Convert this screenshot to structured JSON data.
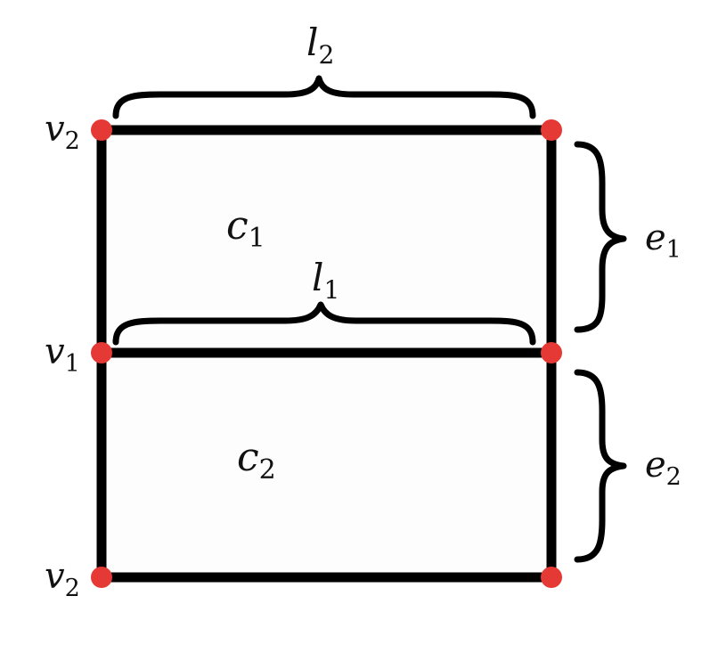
{
  "diagram": {
    "vertices": {
      "top_left": {
        "name": "v",
        "sub": "2"
      },
      "middle_left": {
        "name": "v",
        "sub": "1"
      },
      "bottom_left": {
        "name": "v",
        "sub": "2"
      }
    },
    "cells": {
      "upper": {
        "name": "c",
        "sub": "1"
      },
      "lower": {
        "name": "c",
        "sub": "2"
      }
    },
    "lengths": {
      "top": {
        "name": "l",
        "sub": "2"
      },
      "middle": {
        "name": "l",
        "sub": "1"
      }
    },
    "edges": {
      "upper_right": {
        "name": "e",
        "sub": "1"
      },
      "lower_right": {
        "name": "e",
        "sub": "2"
      }
    },
    "colors": {
      "edge": "#000000",
      "vertex": "#e53935",
      "cell_fill": "#fdfdfd",
      "text": "#111111"
    }
  }
}
